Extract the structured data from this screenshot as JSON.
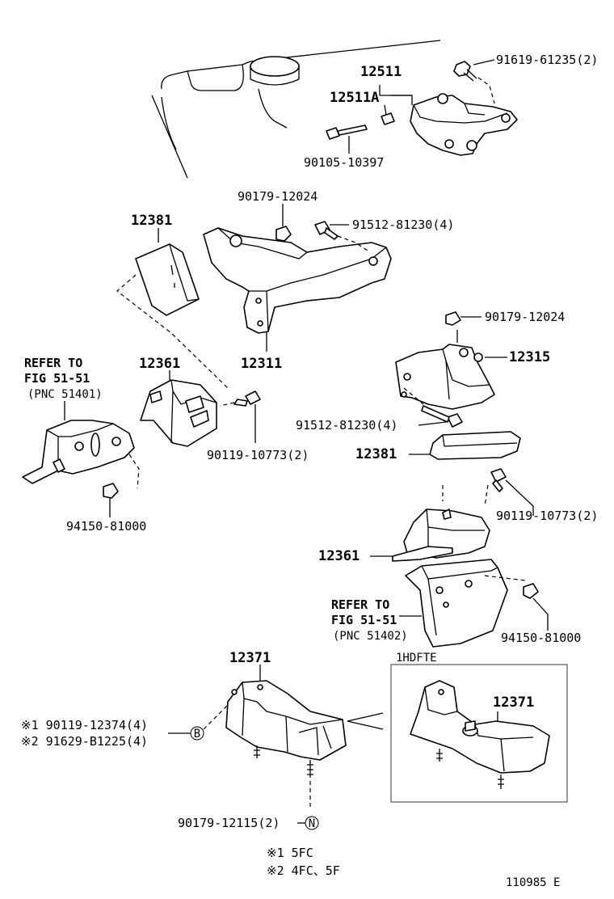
{
  "parts": {
    "p12511": "12511",
    "p12511A": "12511A",
    "p91619": "91619-61235(2)",
    "p90105": "90105-10397",
    "p90179_a": "90179-12024",
    "p91512_a": "91512-81230(4)",
    "p12381_l": "12381",
    "p12311": "12311",
    "p90179_b": "90179-12024",
    "p12315": "12315",
    "p12361_l": "12361",
    "p90119_l": "90119-10773(2)",
    "p94150_l": "94150-81000",
    "p91512_b": "91512-81230(4)",
    "p12381_r": "12381",
    "p90119_r": "90119-10773(2)",
    "p12361_r": "12361",
    "p94150_r": "94150-81000",
    "p12371_main": "12371",
    "p12371_box": "12371",
    "p90119_12374": "※1 90119-12374(4)",
    "p91629": "※2 91629-B1225(4)",
    "p90179_12115": "90179-12115(2)"
  },
  "refer_left": {
    "line1": "REFER TO",
    "line2": "FIG 51-51",
    "line3": "(PNC 51401)"
  },
  "refer_right": {
    "line1": "REFER TO",
    "line2": "FIG 51-51",
    "line3": "(PNC 51402)"
  },
  "variant_box_title": "1HDFTE",
  "markers": {
    "b": "B",
    "n": "N"
  },
  "notes": {
    "note1": "※1  5FC",
    "note2": "※2  4FC、5F"
  },
  "diagram_id": "110985 E"
}
